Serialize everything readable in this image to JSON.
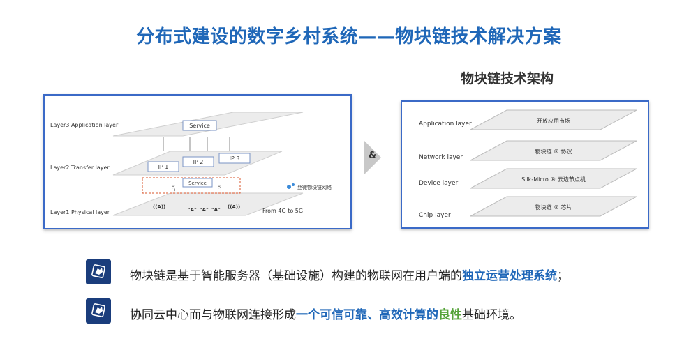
{
  "title": "分布式建设的数字乡村系统——物块链技术解决方案",
  "subtitle": "物块链技术架构",
  "left_diagram": {
    "layers": [
      "Layer3 Application layer",
      "Layer2 Transfer layer",
      "Layer1 Physical layer"
    ],
    "service_top": "Service",
    "ip_boxes": [
      "IP 1",
      "IP 2",
      "IP 3"
    ],
    "service_mid": "Service",
    "side_labels": [
      "IoT",
      "IoT"
    ],
    "brand": "丝微物块链网络",
    "network_note": "From 4G to 5G",
    "antenna_glyph": "((A))",
    "node_glyph": "\"A\"",
    "colors": {
      "accent_red": "#d9542b",
      "plane_fill": "#ececec",
      "box_border": "#7a93c4"
    }
  },
  "connector": {
    "symbol": "&"
  },
  "right_diagram": {
    "layers": [
      {
        "label": "Application layer",
        "plane": "开放应用市场"
      },
      {
        "label": "Network layer",
        "plane": "物块链 ® 协议"
      },
      {
        "label": "Device layer",
        "plane": "Silk-Micro ® 云边节点机"
      },
      {
        "label": "Chip layer",
        "plane": "物块链 ® 芯片"
      }
    ]
  },
  "bullets": [
    {
      "icon": "fist-icon",
      "text_before": "物块链是基于智能服务器（基础设施）构建的物联网在用户端的",
      "highlight": "独立运营处理系统",
      "text_after": "；"
    },
    {
      "icon": "fist-icon",
      "text_before": "协同云中心而与物联网连接形成",
      "highlight": "一个可信可靠、高效计算的",
      "highlight_green": "良性",
      "text_after": "基础环境。"
    }
  ],
  "colors": {
    "title": "#1f67b8",
    "panel_border": "#3b6ac7",
    "bullet_bg": "#1a3d7c",
    "green": "#56a33a"
  }
}
